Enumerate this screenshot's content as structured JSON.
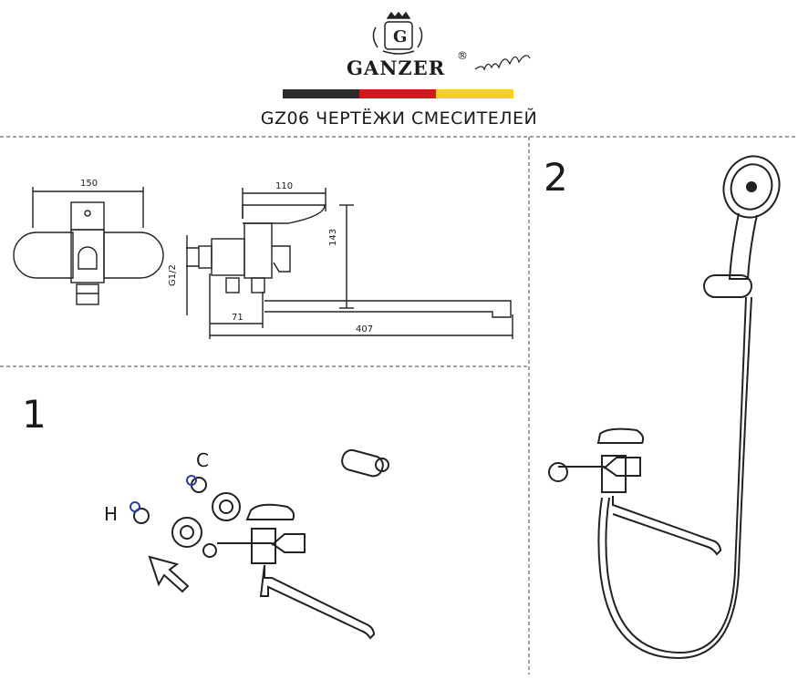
{
  "header": {
    "brand": "GANZER",
    "registered": "®",
    "title": "GZ06 ЧЕРТЁЖИ СМЕСИТЕЛЕЙ",
    "flag_colors": [
      "#2b2b2b",
      "#d9161c",
      "#f6cf22"
    ]
  },
  "drawing": {
    "dims": {
      "width_front": "150",
      "spout_top": "110",
      "height": "143",
      "thread": "G1/2",
      "offset": "71",
      "reach": "407"
    }
  },
  "step1": {
    "number": "1",
    "label_cold": "C",
    "label_hot": "H"
  },
  "step2": {
    "number": "2"
  }
}
